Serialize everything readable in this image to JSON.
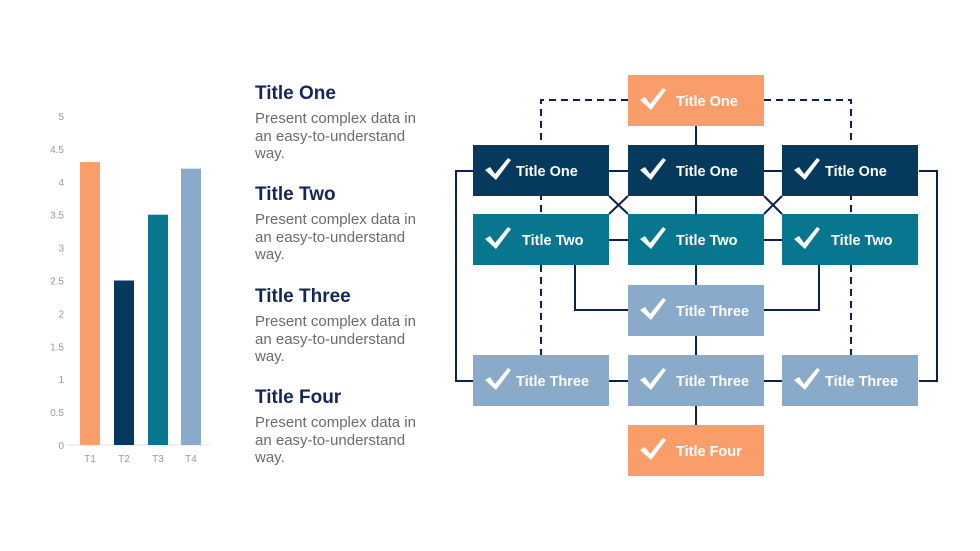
{
  "chart_data": {
    "type": "bar",
    "categories": [
      "T1",
      "T2",
      "T3",
      "T4"
    ],
    "values": [
      4.3,
      2.5,
      3.5,
      4.2
    ],
    "colors": [
      "#f99d6b",
      "#063a5c",
      "#08768f",
      "#8aaac9"
    ],
    "ylim": [
      0,
      5
    ],
    "yticks": [
      "0",
      "0.5",
      "1",
      "1.5",
      "2",
      "2.5",
      "3",
      "3.5",
      "4",
      "4.5",
      "5"
    ],
    "title": "",
    "xlabel": "",
    "ylabel": "",
    "grid": false
  },
  "items": [
    {
      "title": "Title One",
      "body": "Present complex data in an easy-to-understand way."
    },
    {
      "title": "Title Two",
      "body": "Present complex data in an easy-to-understand way."
    },
    {
      "title": "Title Three",
      "body": "Present complex data in an easy-to-understand way."
    },
    {
      "title": "Title Four",
      "body": "Present complex data in an easy-to-understand way."
    }
  ],
  "diagram": {
    "colors": {
      "orange": "#f99d6b",
      "navy": "#063a5c",
      "teal": "#08768f",
      "light": "#8aaac9",
      "line": "#0d1f4d"
    },
    "boxes": [
      {
        "label": "Title One",
        "col": 1,
        "row": 0,
        "color": "orange"
      },
      {
        "label": "Title One",
        "col": 0,
        "row": 1,
        "color": "navy"
      },
      {
        "label": "Title One",
        "col": 1,
        "row": 1,
        "color": "navy"
      },
      {
        "label": "Title One",
        "col": 2,
        "row": 1,
        "color": "navy"
      },
      {
        "label": "Title Two",
        "col": 0,
        "row": 2,
        "color": "teal"
      },
      {
        "label": "Title Two",
        "col": 1,
        "row": 2,
        "color": "teal"
      },
      {
        "label": "Title Two",
        "col": 2,
        "row": 2,
        "color": "teal"
      },
      {
        "label": "Title Three",
        "col": 1,
        "row": 3,
        "color": "light"
      },
      {
        "label": "Title Three",
        "col": 0,
        "row": 4,
        "color": "light"
      },
      {
        "label": "Title Three",
        "col": 1,
        "row": 4,
        "color": "light"
      },
      {
        "label": "Title Three",
        "col": 2,
        "row": 4,
        "color": "light"
      },
      {
        "label": "Title Four",
        "col": 1,
        "row": 5,
        "color": "orange"
      }
    ]
  }
}
